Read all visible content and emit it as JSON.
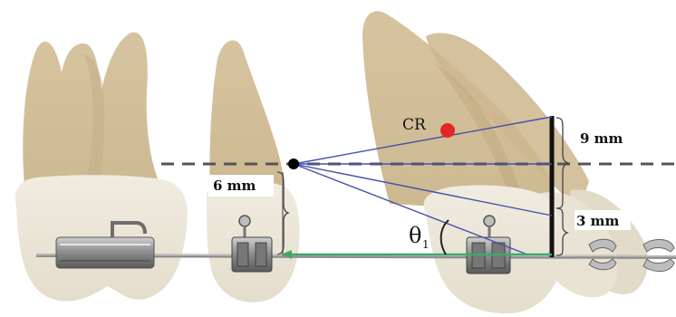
{
  "labels": {
    "center_of_resistance": "CR",
    "upper_height": "9 mm",
    "lower_height": "3 mm",
    "hook_height": "6 mm",
    "angle_symbol": "θ",
    "angle_subscript": "1"
  },
  "colors": {
    "crown": "#ece6d8",
    "root": "#d8c5a2",
    "root_shade": "#c9b48e",
    "cr_point": "#e32626",
    "force_line": "#3ea86a",
    "vector_lines": "#4651a8",
    "archwire": "#8c8c8c",
    "reference_dash": "#555555"
  },
  "icons": {
    "bracket": "orthodontic-bracket-icon",
    "molar_tube": "molar-tube-icon",
    "power_arm": "power-arm-icon"
  }
}
